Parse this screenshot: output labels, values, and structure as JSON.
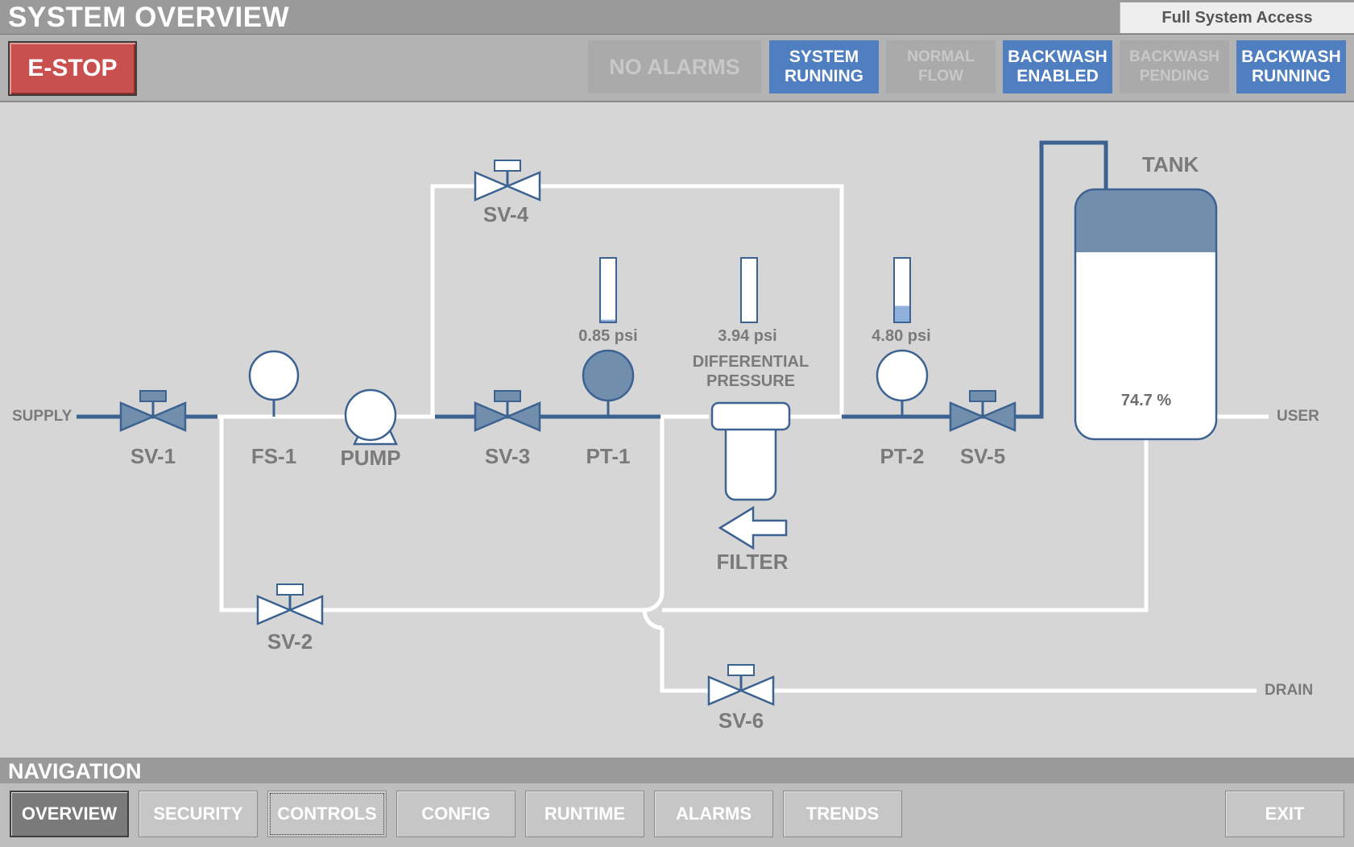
{
  "header": {
    "title": "SYSTEM OVERVIEW",
    "access_level": "Full System Access"
  },
  "status": {
    "estop_label": "E-STOP",
    "indicators": [
      {
        "label": "NO ALARMS",
        "active": false
      },
      {
        "label": "SYSTEM\nRUNNING",
        "active": true
      },
      {
        "label": "NORMAL\nFLOW",
        "active": false
      },
      {
        "label": "BACKWASH\nENABLED",
        "active": true
      },
      {
        "label": "BACKWASH\nPENDING",
        "active": false
      },
      {
        "label": "BACKWASH\nRUNNING",
        "active": true
      }
    ]
  },
  "process": {
    "endpoints": {
      "supply": "SUPPLY",
      "user": "USER",
      "drain": "DRAIN"
    },
    "valves": {
      "sv1": "SV-1",
      "sv2": "SV-2",
      "sv3": "SV-3",
      "sv4": "SV-4",
      "sv5": "SV-5",
      "sv6": "SV-6"
    },
    "flow_switch": "FS-1",
    "pump": "PUMP",
    "pt1": {
      "label": "PT-1",
      "reading": "0.85 psi",
      "level": 0.03
    },
    "pt2": {
      "label": "PT-2",
      "reading": "4.80 psi",
      "level": 0.25
    },
    "differential": {
      "label": "DIFFERENTIAL\nPRESSURE",
      "reading": "3.94 psi",
      "level": 0.0
    },
    "filter": "FILTER",
    "tank": {
      "label": "TANK",
      "level_text": "74.7 %",
      "level": 0.747
    }
  },
  "colors": {
    "accent_blue": "#4f7fc0",
    "pipe_active": "#3c6291",
    "pipe_idle": "#ffffff",
    "device_fill": "#718ead",
    "estop_red": "#c8504e"
  },
  "navigation": {
    "title": "NAVIGATION",
    "buttons": [
      "OVERVIEW",
      "SECURITY",
      "CONTROLS",
      "CONFIG",
      "RUNTIME",
      "ALARMS",
      "TRENDS"
    ],
    "active": "OVERVIEW",
    "exit_label": "EXIT"
  }
}
